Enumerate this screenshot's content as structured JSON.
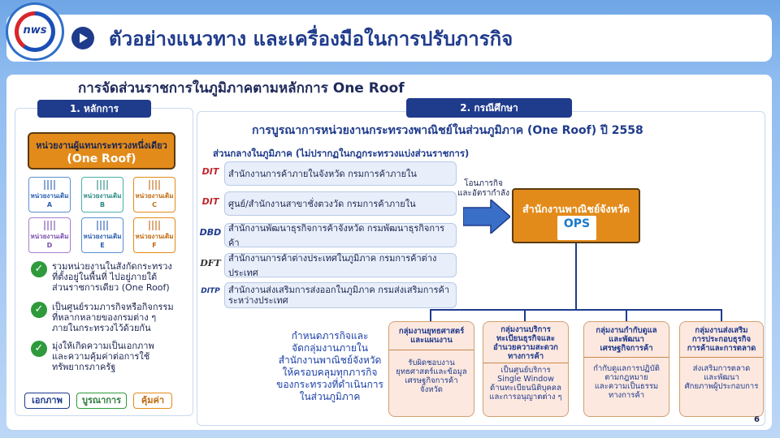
{
  "header": {
    "logo_text": "nws",
    "title": "ตัวอย่างแนวทาง และเครื่องมือในการปรับภารกิจ"
  },
  "subtitle": "การจัดส่วนราชการในภูมิภาคตามหลักการ One Roof",
  "principles": {
    "tab": "1. หลักการ",
    "head_line1": "หน่วยงานผู้แทนกระทรวงหนึ่งเดียว",
    "head_line2": "(One Roof)",
    "units": [
      {
        "label": "หน่วยงานเดิม",
        "code": "A"
      },
      {
        "label": "หน่วยงานเดิม",
        "code": "B"
      },
      {
        "label": "หน่วยงานเดิม",
        "code": "C"
      },
      {
        "label": "หน่วยงานเดิม",
        "code": "D"
      },
      {
        "label": "หน่วยงานเดิม",
        "code": "E"
      },
      {
        "label": "หน่วยงานเดิม",
        "code": "F"
      }
    ],
    "bullets": [
      {
        "l1": "รวมหน่วยงานในสังกัดกระทรวง",
        "l2": "ที่ตั้งอยู่ในพื้นที่ ไปอยู่ภายใต้",
        "l3": "ส่วนราชการเดียว (One Roof)"
      },
      {
        "l1": "เป็นศูนย์รวมภารกิจหรือกิจกรรม",
        "l2": "ที่หลากหลายของกรมต่าง ๆ",
        "l3": "ภายในกระทรวงไว้ด้วยกัน"
      },
      {
        "l1": "มุ่งให้เกิดความเป็นเอกภาพ",
        "l2": "และความคุ้มค่าต่อการใช้",
        "l3": "ทรัพยากรภาครัฐ"
      }
    ],
    "pills": [
      "เอกภาพ",
      "บูรณาการ",
      "คุ้มค่า"
    ]
  },
  "case_study": {
    "tab": "2. กรณีศึกษา",
    "title": "การบูรณาการหน่วยงานกระทรวงพาณิชย์ในส่วนภูมิภาค (One Roof) ปี 2558",
    "sub": "ส่วนกลางในภูมิภาค (ไม่ปรากฏในกฎกระทรวงแบ่งส่วนราชการ)",
    "agencies": [
      {
        "logo": "DIT",
        "l1": "สำนักงานการค้าภายในจังหวัด กรมการค้าภายใน",
        "l2": ""
      },
      {
        "logo": "DIT",
        "l1": "ศูนย์/สำนักงานสาขาชั่งตวงวัด กรมการค้าภายใน",
        "l2": ""
      },
      {
        "logo": "DBD",
        "l1": "สำนักงานพัฒนาธุรกิจการค้าจังหวัด กรมพัฒนาธุรกิจการค้า",
        "l2": ""
      },
      {
        "logo": "DFT",
        "l1": "สำนักงานการค้าต่างประเทศในภูมิภาค กรมการค้าต่างประเทศ",
        "l2": ""
      },
      {
        "logo": "DITP",
        "l1": "สำนักงานส่งเสริมการส่งออกในภูมิภาค กรมส่งเสริมการค้า",
        "l2": "ระหว่างประเทศ"
      }
    ],
    "flow_l1": "โอนภารกิจ",
    "flow_l2": "และอัตรากำลัง",
    "office": "สำนักงานพาณิชย์จังหวัด",
    "office_logo": "OPS",
    "goal": [
      "กำหนดภารกิจและ",
      "จัดกลุ่มงานภายใน",
      "สำนักงานพาณิชย์จังหวัด",
      "ให้ครอบคลุมทุกภารกิจ",
      "ของกระทรวงที่ดำเนินการ",
      "ในส่วนภูมิภาค"
    ],
    "departments": [
      {
        "h1": "กลุ่มงานยุทธศาสตร์",
        "h2": "และแผนงาน",
        "h3": "",
        "b1": "รับผิดชอบงาน",
        "b2": "ยุทธศาสตร์และข้อมูล",
        "b3": "เศรษฐกิจการค้า",
        "b4": "จังหวัด"
      },
      {
        "h1": "กลุ่มงานบริการ",
        "h2": "ทะเบียนธุรกิจและ",
        "h3": "อำนวยความสะดวก",
        "h4": "ทางการค้า",
        "b1": "เป็นศูนย์บริการ",
        "b2": "Single Window",
        "b3": "ด้านทะเบียนนิติบุคคล",
        "b4": "และการอนุญาตต่าง ๆ"
      },
      {
        "h1": "กลุ่มงานกำกับดูแล",
        "h2": "และพัฒนา",
        "h3": "เศรษฐกิจการค้า",
        "b1": "กำกับดูแลการปฏิบัติ",
        "b2": "ตามกฎหมาย",
        "b3": "และความเป็นธรรม",
        "b4": "ทางการค้า"
      },
      {
        "h1": "กลุ่มงานส่งเสริม",
        "h2": "การประกอบธุรกิจ",
        "h3": "การค้าและการตลาด",
        "b1": "ส่งเสริมการตลาด",
        "b2": "และพัฒนา",
        "b3": "ศักยภาพผู้ประกอบการ",
        "b4": ""
      }
    ]
  },
  "page_number": "6"
}
